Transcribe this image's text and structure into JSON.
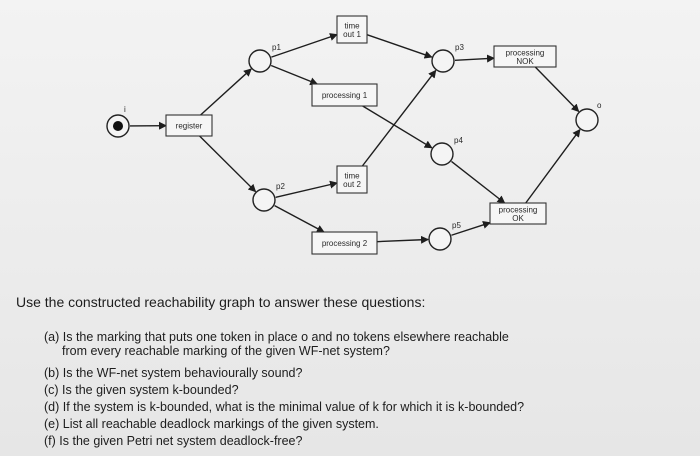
{
  "net": {
    "places": [
      {
        "id": "i",
        "label": "i",
        "token": true
      },
      {
        "id": "p1",
        "label": "p1",
        "token": false
      },
      {
        "id": "p2",
        "label": "p2",
        "token": false
      },
      {
        "id": "p3",
        "label": "p3",
        "token": false
      },
      {
        "id": "p4",
        "label": "p4",
        "token": false
      },
      {
        "id": "p5",
        "label": "p5",
        "token": false
      },
      {
        "id": "o",
        "label": "o",
        "token": false
      }
    ],
    "transitions": [
      {
        "id": "register",
        "lines": [
          "register"
        ]
      },
      {
        "id": "time_out_1",
        "lines": [
          "time",
          "out 1"
        ]
      },
      {
        "id": "processing_1",
        "lines": [
          "processing 1"
        ]
      },
      {
        "id": "time_out_2",
        "lines": [
          "time",
          "out 2"
        ]
      },
      {
        "id": "processing_2",
        "lines": [
          "processing 2"
        ]
      },
      {
        "id": "processing_nok",
        "lines": [
          "processing",
          "NOK"
        ]
      },
      {
        "id": "processing_ok",
        "lines": [
          "processing",
          "OK"
        ]
      }
    ],
    "arcs": [
      [
        "i",
        "register"
      ],
      [
        "register",
        "p1"
      ],
      [
        "register",
        "p2"
      ],
      [
        "p1",
        "time_out_1"
      ],
      [
        "p1",
        "processing_1"
      ],
      [
        "time_out_1",
        "p3"
      ],
      [
        "processing_1",
        "p4"
      ],
      [
        "p2",
        "time_out_2"
      ],
      [
        "p2",
        "processing_2"
      ],
      [
        "time_out_2",
        "p3"
      ],
      [
        "processing_2",
        "p5"
      ],
      [
        "p3",
        "processing_nok"
      ],
      [
        "p4",
        "processing_ok"
      ],
      [
        "p5",
        "processing_ok"
      ],
      [
        "processing_nok",
        "o"
      ],
      [
        "processing_ok",
        "o"
      ]
    ]
  },
  "questions": {
    "intro": "Use the constructed reachability graph to answer these questions:",
    "a1": "(a) Is the marking that puts one token in place o and no tokens elsewhere reachable",
    "a2": "from every reachable marking of the given WF-net system?",
    "b": "(b) Is the WF-net system behaviourally sound?",
    "c": "(c) Is the given system k-bounded?",
    "d": "(d) If the system is k-bounded, what is the minimal value of k for which it is k-bounded?",
    "e": "(e) List all reachable deadlock markings of the given system.",
    "f": "(f) Is the given Petri net system deadlock-free?"
  }
}
